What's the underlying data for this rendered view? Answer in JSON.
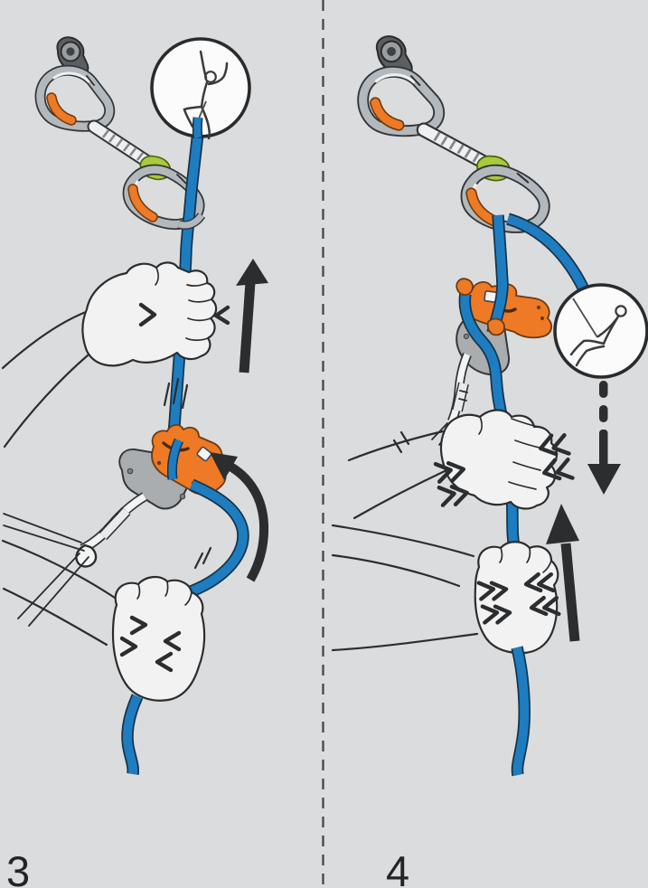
{
  "page": {
    "background": "#dbdcdd"
  },
  "colors": {
    "bg": "#dbdcdd",
    "ink": "#2b2d2f",
    "label": "#232426",
    "rope": "#1e7dc0",
    "rope-outline": "#17344a",
    "orange": "#ee7a25",
    "orange-dark": "#6b3b11",
    "green": "#a7cb3a",
    "green-dark": "#4e5e14",
    "metal": "#b3b8bc",
    "metal-dark": "#33363a",
    "metal-light": "#eef0f1",
    "plate": "#a9adb0",
    "hanger": "#5c5f62",
    "hanger-ring": "#9a9ea1",
    "hanger-hole": "#3f4244",
    "hand": "#f2f2f3",
    "white": "#fbfbfc",
    "arrow": "#2c2d2f",
    "divider": "#4a4d50"
  },
  "divider": {
    "orientation": "vertical",
    "style": "dashed"
  },
  "panels": [
    {
      "step_label": "3",
      "scene": "Pulling slack up through the belay device while the climber ascends",
      "icons": [
        {
          "name": "climber-ascending-icon"
        },
        {
          "name": "quickdraw"
        },
        {
          "name": "belay-device"
        },
        {
          "name": "locking-carabiner"
        },
        {
          "name": "up-arrow-icon"
        },
        {
          "name": "curved-rotation-arrow-icon"
        },
        {
          "name": "grip-chevron-marks"
        }
      ]
    },
    {
      "step_label": "4",
      "scene": "Taking in rope hand over hand while the climber hangs on the rope",
      "icons": [
        {
          "name": "climber-hanging-icon"
        },
        {
          "name": "quickdraw"
        },
        {
          "name": "belay-device"
        },
        {
          "name": "locking-carabiner"
        },
        {
          "name": "dashed-down-arrow-icon"
        },
        {
          "name": "up-arrow-icon"
        },
        {
          "name": "grip-chevron-marks"
        }
      ]
    }
  ]
}
